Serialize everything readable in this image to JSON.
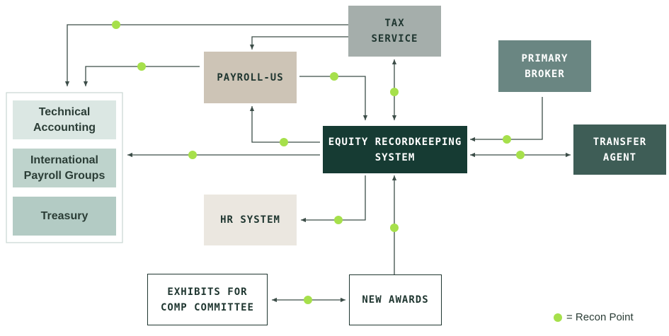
{
  "nodes": {
    "tax_service": "TAX\nSERVICE",
    "payroll_us": "PAYROLL-US",
    "primary_broker": "PRIMARY\nBROKER",
    "equity_system": "EQUITY RECORDKEEPING\nSYSTEM",
    "transfer_agent": "TRANSFER\nAGENT",
    "hr_system": "HR SYSTEM",
    "exhibits": "EXHIBITS FOR\nCOMP COMMITTEE",
    "new_awards": "NEW AWARDS"
  },
  "group": {
    "items": [
      "Technical\nAccounting",
      "International\nPayroll Groups",
      "Treasury"
    ]
  },
  "legend": {
    "label": "= Recon Point"
  },
  "colors": {
    "recon_point": "#a6e04b",
    "equity_system": "#163b33",
    "transfer_agent": "#3e5d56",
    "primary_broker": "#6a8682",
    "tax_service": "#a5aeab",
    "payroll_us": "#cdc4b6",
    "hr_system": "#ebe7e0",
    "group_item_1": "#dbe7e3",
    "group_item_2": "#bed3cc",
    "group_item_3": "#b3cbc4",
    "line": "#3c4d48"
  }
}
